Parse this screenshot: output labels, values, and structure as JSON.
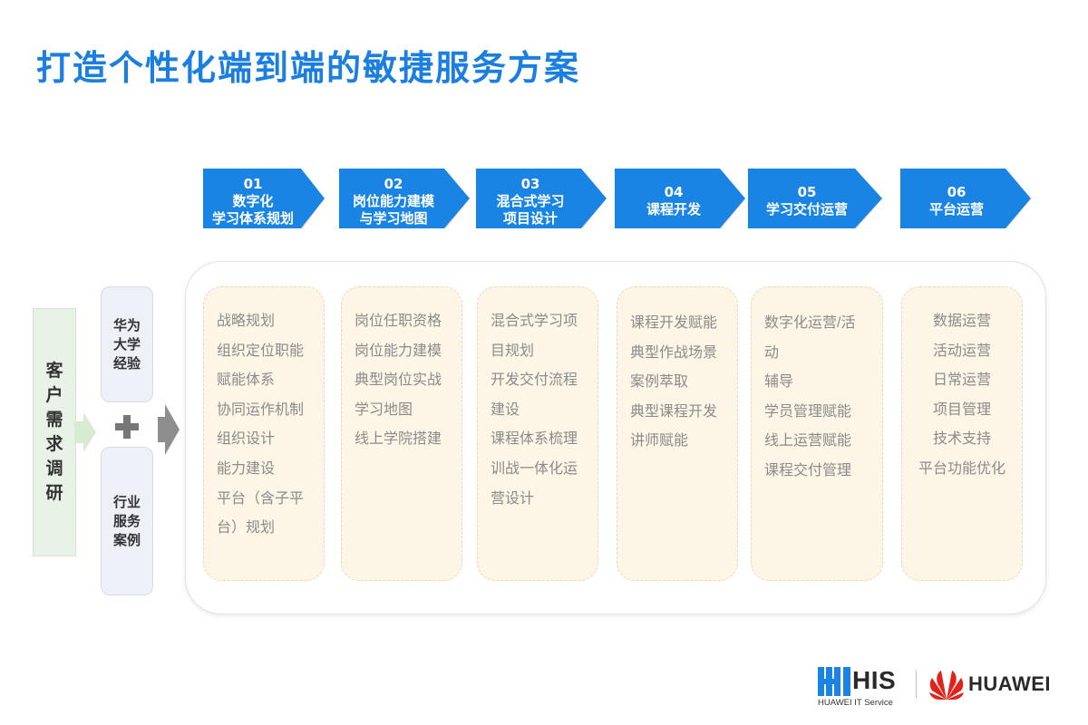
{
  "title": "打造个性化端到端的敏捷服务方案",
  "colors": {
    "accent": "#1a7fe0",
    "card_bg": "#fdf6e6",
    "brand_red": "#e2231a"
  },
  "steps": [
    {
      "num": "01",
      "label": "数字化\n学习体系规划"
    },
    {
      "num": "02",
      "label": "岗位能力建模\n与学习地图"
    },
    {
      "num": "03",
      "label": "混合式学习\n项目设计"
    },
    {
      "num": "04",
      "label": "课程开发"
    },
    {
      "num": "05",
      "label": "学习交付运营"
    },
    {
      "num": "06",
      "label": "平台运营"
    }
  ],
  "columns": [
    {
      "items": [
        "战略规划",
        "组织定位职能",
        "赋能体系",
        "协同运作机制",
        "组织设计",
        "能力建设",
        "平台（含子平",
        "台）规划"
      ]
    },
    {
      "items": [
        "岗位任职资格",
        "岗位能力建模",
        "典型岗位实战",
        "学习地图",
        "线上学院搭建"
      ]
    },
    {
      "items": [
        "混合式学习项",
        "目规划",
        "开发交付流程",
        "建设",
        "课程体系梳理",
        "训战一体化运",
        "营设计"
      ]
    },
    {
      "items": [
        "课程开发赋能",
        "典型作战场景",
        "案例萃取",
        "典型课程开发",
        "讲师赋能"
      ]
    },
    {
      "items": [
        "数字化运营/活动",
        "辅导",
        "学员管理赋能",
        "线上运营赋能",
        "课程交付管理"
      ]
    },
    {
      "items": [
        "数据运营",
        "活动运营",
        "日常运营",
        "项目管理",
        "技术支持",
        "平台功能优化"
      ]
    }
  ],
  "left": {
    "customer": "客户需求调研",
    "source_top": "华为大学经验",
    "source_bottom": "行业服务案例"
  },
  "logos": {
    "his": "HIS",
    "his_sub": "HUAWEI IT Service",
    "huawei": "HUAWEI"
  }
}
